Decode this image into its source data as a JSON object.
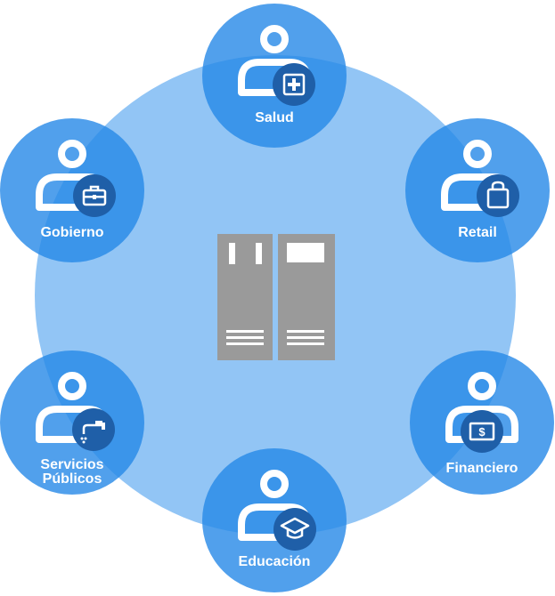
{
  "center": {
    "icon": "server-rack-icon"
  },
  "nodes": [
    {
      "key": "salud",
      "lines": [
        "Salud"
      ],
      "badge_icon": "medical-plus-icon"
    },
    {
      "key": "retail",
      "lines": [
        "Retail"
      ],
      "badge_icon": "shopping-bag-icon"
    },
    {
      "key": "financiero",
      "lines": [
        "Financiero"
      ],
      "badge_icon": "dollar-bill-icon"
    },
    {
      "key": "educacion",
      "lines": [
        "Educación"
      ],
      "badge_icon": "graduation-cap-icon"
    },
    {
      "key": "servicios",
      "lines": [
        "Servicios",
        "Públicos"
      ],
      "badge_icon": "faucet-icon"
    },
    {
      "key": "gobierno",
      "lines": [
        "Gobierno"
      ],
      "badge_icon": "briefcase-icon"
    }
  ],
  "colors": {
    "outer_circle": "#92c5f5",
    "node_circle": "#2588e7",
    "badge": "#1f5fa8",
    "person": "#ffffff",
    "server": "#9a9a9a"
  }
}
